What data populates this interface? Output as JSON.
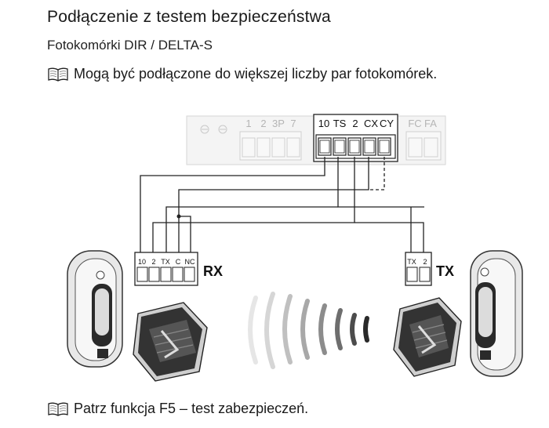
{
  "header": {
    "title": "Podłączenie z testem bezpieczeństwa",
    "subtitle": "Fotokomórki DIR / DELTA-S"
  },
  "notes": {
    "top": "Mogą być podłączone do większej liczby par fotokomórek.",
    "bottom": "Patrz funkcja F5 – test zabezpieczeń."
  },
  "board": {
    "faded_terminals": [
      "1",
      "2",
      "3P",
      "7"
    ],
    "active_terminals": [
      "10",
      "TS",
      "2",
      "CX",
      "CY"
    ],
    "faded_terminals_right": [
      "FC",
      "FA"
    ]
  },
  "receiver": {
    "label": "RX",
    "terminals": [
      "10",
      "2",
      "TX",
      "C",
      "NC"
    ]
  },
  "transmitter": {
    "label": "TX",
    "terminals": [
      "TX",
      "2"
    ]
  },
  "icons": [
    "manual-book-icon",
    "photocell-rx-icon",
    "photocell-tx-icon",
    "beam-waves-icon"
  ]
}
